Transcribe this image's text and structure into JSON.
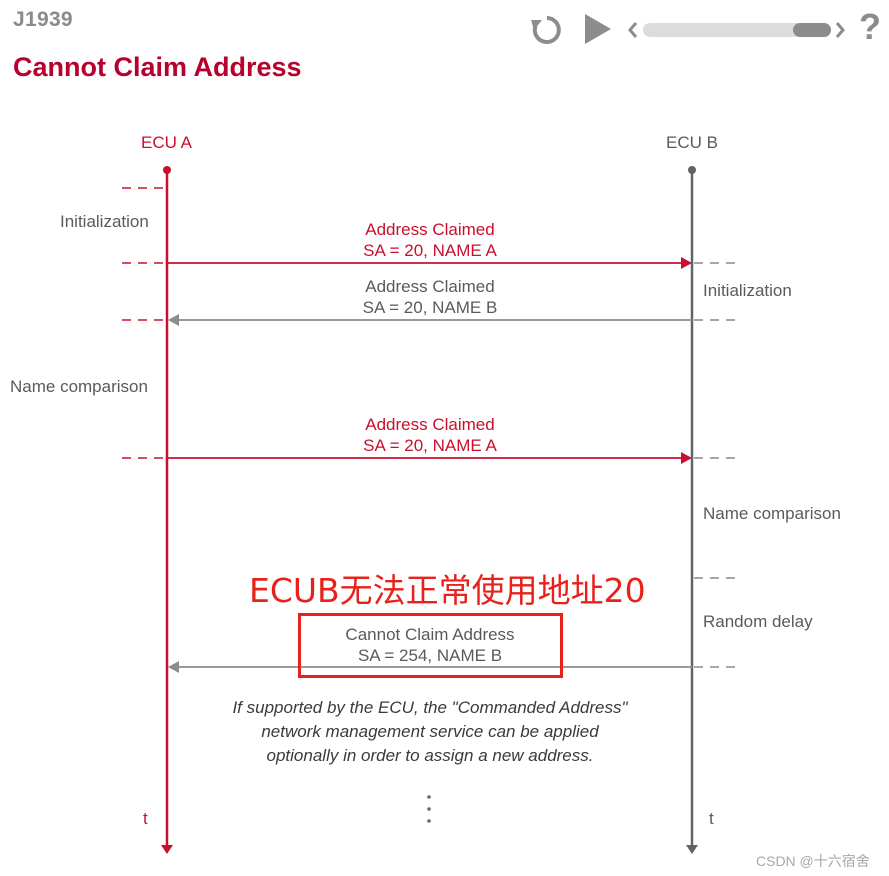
{
  "header": {
    "brand": "J1939",
    "title": "Cannot Claim Address"
  },
  "player": {
    "replay_icon": "replay-icon",
    "play_icon": "play-icon",
    "prev_icon": "chevron-left-icon",
    "next_icon": "chevron-right-icon",
    "help_label": "?",
    "progress_fraction": 0.92
  },
  "lanes": {
    "left": "ECU A",
    "right": "ECU B",
    "left_time": "t",
    "right_time": "t"
  },
  "left_labels": {
    "initialization": "Initialization",
    "name_comparison": "Name comparison"
  },
  "right_labels": {
    "initialization": "Initialization",
    "name_comparison": "Name comparison",
    "random_delay": "Random delay"
  },
  "messages": [
    {
      "line1": "Address Claimed",
      "line2": "SA = 20, NAME A"
    },
    {
      "line1": "Address Claimed",
      "line2": "SA = 20, NAME B"
    },
    {
      "line1": "Address Claimed",
      "line2": "SA = 20, NAME A"
    },
    {
      "line1": "Cannot Claim Address",
      "line2": "SA = 254, NAME B"
    }
  ],
  "note": {
    "line1": "If supported by the ECU, the \"Commanded Address\"",
    "line2": "network management service can be applied",
    "line3": "optionally in order to assign a new address."
  },
  "annotation": "ECUB无法正常使用地址20",
  "watermark": "CSDN @十六宿舍",
  "colors": {
    "ecu_a": "#c8102e",
    "ecu_b": "#5f6468",
    "title": "#b8002e",
    "annotation": "#e8221b"
  }
}
